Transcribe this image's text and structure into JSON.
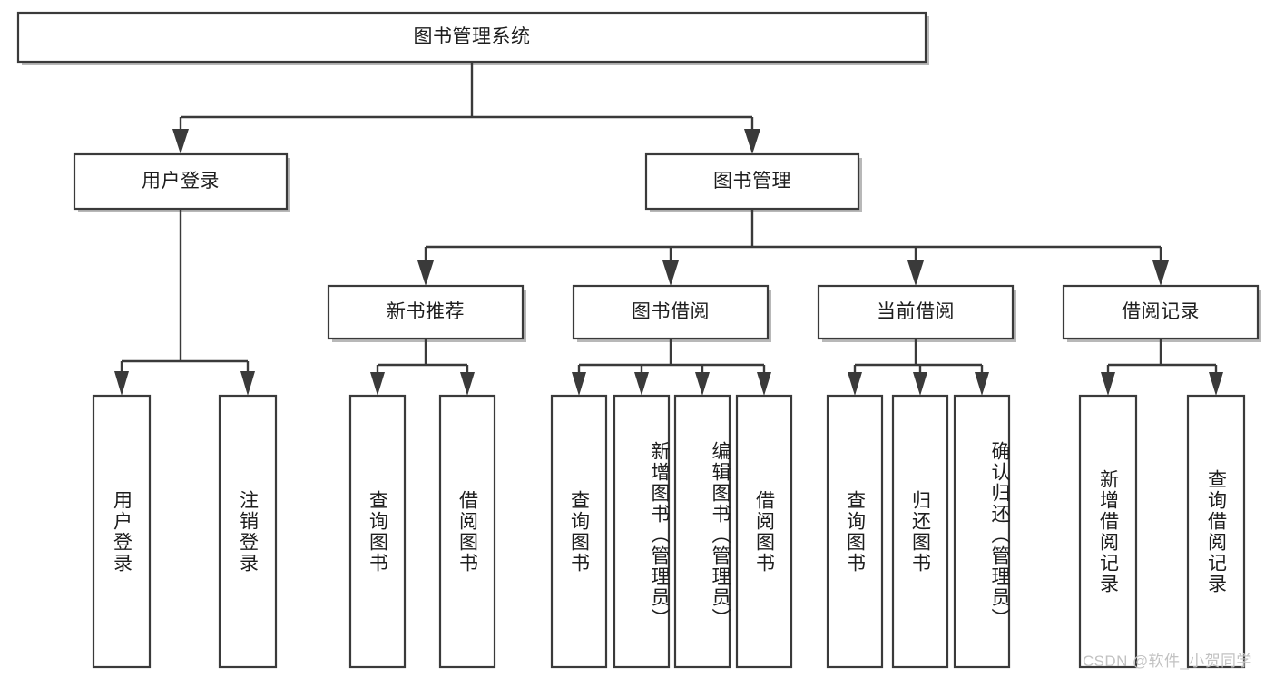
{
  "diagram": {
    "type": "tree-hierarchy",
    "title": "图书管理系统",
    "orientation": "top-down",
    "colors": {
      "node_fill": "#ffffff",
      "node_stroke": "#3a3a3a",
      "connector": "#3a3a3a",
      "text": "#1d1d1d",
      "watermark": "#c2c2c2",
      "background": "#ffffff"
    },
    "root": {
      "label": "图书管理系统"
    },
    "level2": [
      {
        "label": "用户登录"
      },
      {
        "label": "图书管理"
      }
    ],
    "level3": [
      {
        "label": "新书推荐"
      },
      {
        "label": "图书借阅"
      },
      {
        "label": "当前借阅"
      },
      {
        "label": "借阅记录"
      }
    ],
    "leaves": {
      "user_login": [
        {
          "label": "用户登录"
        },
        {
          "label": "注销登录"
        }
      ],
      "new_book_recommend": [
        {
          "label": "查询图书"
        },
        {
          "label": "借阅图书"
        }
      ],
      "book_borrow": [
        {
          "label": "查询图书"
        },
        {
          "label": "新增图书（管理员）"
        },
        {
          "label": "编辑图书（管理员）"
        },
        {
          "label": "借阅图书"
        }
      ],
      "current_borrow": [
        {
          "label": "查询图书"
        },
        {
          "label": "归还图书"
        },
        {
          "label": "确认归还（管理员）"
        }
      ],
      "borrow_records": [
        {
          "label": "新增借阅记录"
        },
        {
          "label": "查询借阅记录"
        }
      ]
    },
    "watermark": "CSDN @软件_小贺同学"
  }
}
